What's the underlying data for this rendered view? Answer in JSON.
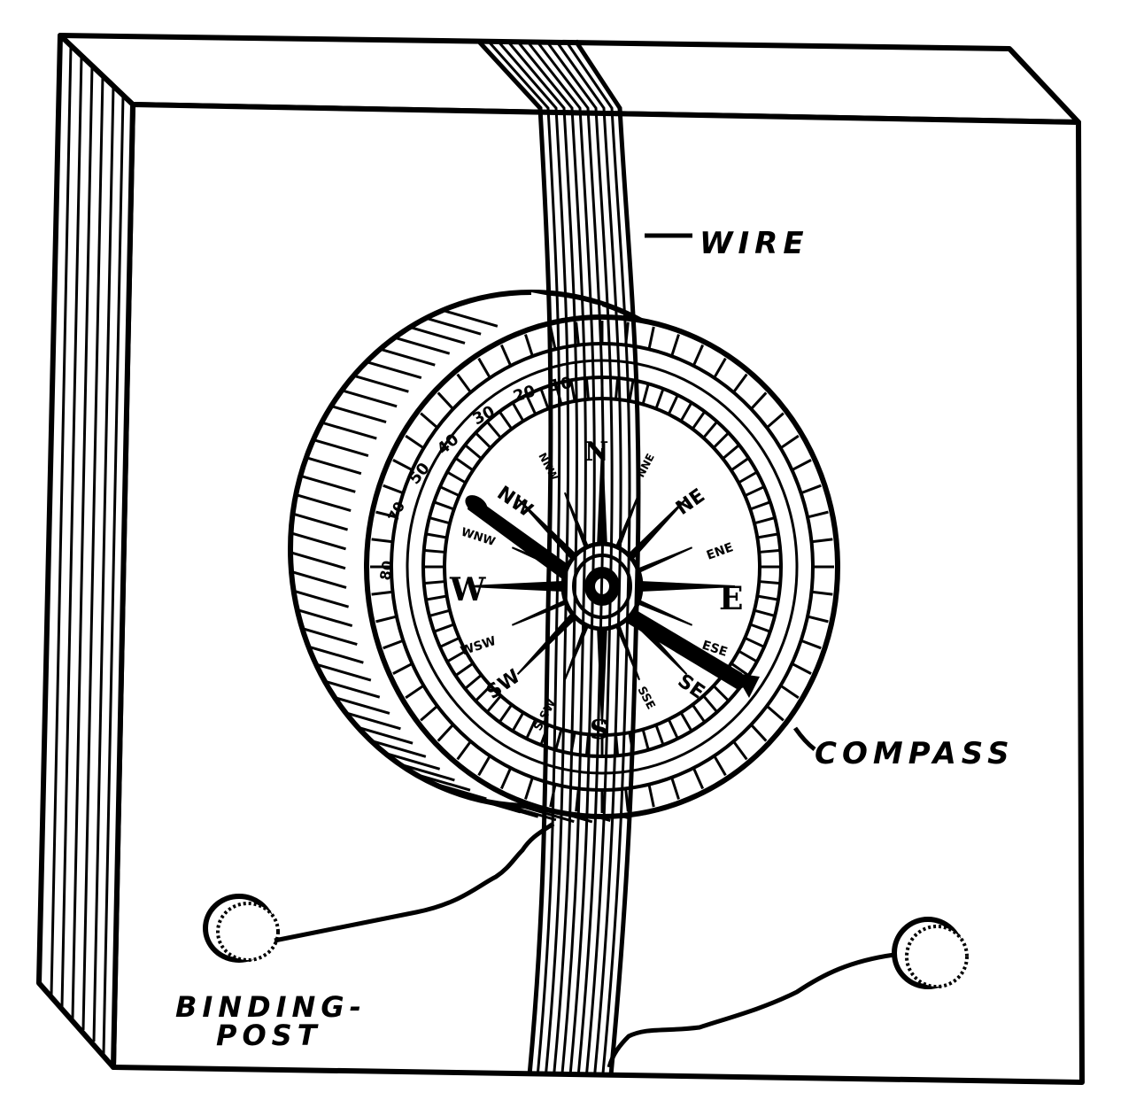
{
  "labels": {
    "wire": "WIRE",
    "compass": "COMPASS",
    "binding_post_line1": "BINDING-",
    "binding_post_line2": "POST"
  },
  "compass": {
    "cardinals": {
      "north": "N",
      "east": "E",
      "south": "S",
      "west": "W"
    },
    "intercardinals": {
      "ne": "NE",
      "se": "SE",
      "sw": "SW",
      "nw": "NW"
    },
    "minor": {
      "nne": "NNE",
      "ene": "ENE",
      "ese": "ESE",
      "sse": "SSE",
      "ssw": "S.SW",
      "wsw": "WSW",
      "wnw": "WNW",
      "nnw": "NNW"
    },
    "degrees": [
      "10",
      "20",
      "30",
      "40",
      "50",
      "70",
      "80"
    ]
  },
  "colors": {
    "ink": "#000000",
    "paper": "#ffffff"
  }
}
